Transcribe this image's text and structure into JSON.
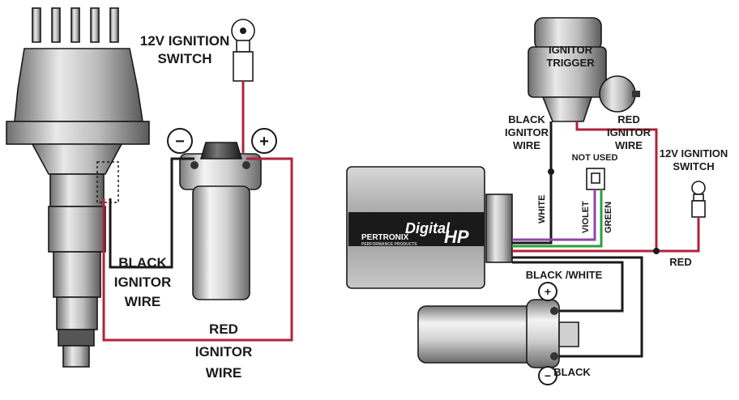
{
  "left_diagram": {
    "switch_label_1": "12V IGNITION",
    "switch_label_2": "SWITCH",
    "minus_symbol": "−",
    "plus_symbol": "+",
    "black_wire_label_1": "BLACK",
    "black_wire_label_2": "IGNITOR",
    "black_wire_label_3": "WIRE",
    "red_wire_label_1": "RED",
    "red_wire_label_2": "IGNITOR",
    "red_wire_label_3": "WIRE"
  },
  "right_diagram": {
    "trigger_label_1": "IGNITOR",
    "trigger_label_2": "TRIGGER",
    "black_ignitor_1": "BLACK",
    "black_ignitor_2": "IGNITOR",
    "black_ignitor_3": "WIRE",
    "red_ignitor_1": "RED",
    "red_ignitor_2": "IGNITOR",
    "red_ignitor_3": "WIRE",
    "switch_label_1": "12V IGNITION",
    "switch_label_2": "SWITCH",
    "not_used": "NOT USED",
    "white": "WHITE",
    "violet": "VIOLET",
    "green": "GREEN",
    "red": "RED",
    "black_white": "BLACK /WHITE",
    "black": "BLACK",
    "plus_symbol": "+",
    "minus_symbol": "−",
    "brand": "PERTRONIX",
    "brand_sub": "PERFORMANCE PRODUCTS",
    "product_1": "Digital",
    "product_2": "HP"
  },
  "colors": {
    "red_wire": "#b0233a",
    "black_wire": "#1a1a1a",
    "violet_wire": "#8e44ad",
    "green_wire": "#2e9e3e",
    "white_wire": "#bdbdbd"
  }
}
